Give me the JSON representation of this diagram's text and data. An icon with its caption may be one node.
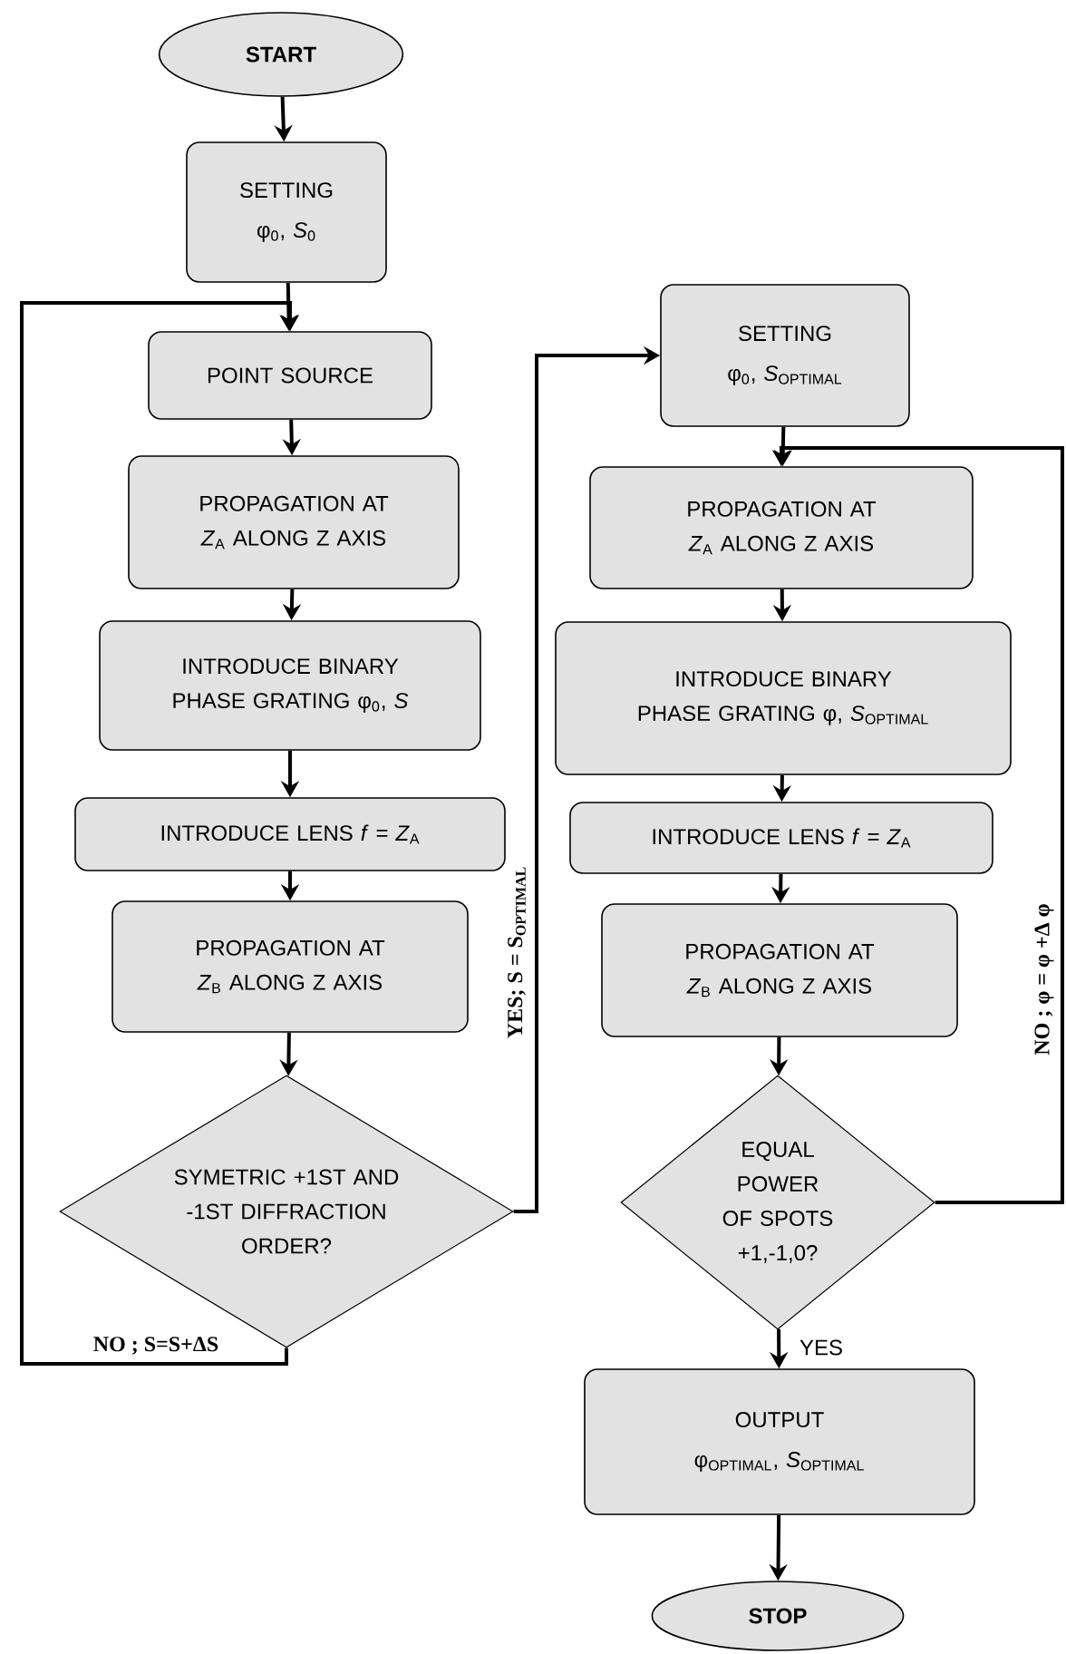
{
  "diagram": {
    "nodes": [
      {
        "text": [
          "START"
        ]
      },
      {
        "text": [
          "SETTING",
          "φ$_{0}$, *S*$_{0}$"
        ]
      },
      {
        "text": [
          "POINT SOURCE"
        ]
      },
      {
        "text": [
          "PROPAGATION AT *Z*$_{A}$ ALONG Z AXIS"
        ]
      },
      {
        "text": [
          "INTRODUCE BINARY PHASE GRATING φ$_{0}$, *S*"
        ]
      },
      {
        "text": [
          "INTRODUCE LENS *f* = *Z*$_{A}$"
        ]
      },
      {
        "text": [
          "PROPAGATION AT *Z*$_{B}$ ALONG Z AXIS"
        ]
      },
      {
        "text": [
          "SYMETRIC +1ST AND -1ST DIFFRACTION ORDER?"
        ]
      },
      {
        "text": [
          "SETTING",
          "φ$_{0}$, *S*$_{OPTIMAL}$"
        ]
      },
      {
        "text": [
          "PROPAGATION AT *Z*$_{A}$ ALONG Z AXIS"
        ]
      },
      {
        "text": [
          "INTRODUCE BINARY PHASE GRATING φ, *S*$_{OPTIMAL}$"
        ]
      },
      {
        "text": [
          "INTRODUCE LENS *f* = *Z*$_{A}$"
        ]
      },
      {
        "text": [
          "PROPAGATION AT *Z*$_{B}$ ALONG Z AXIS"
        ]
      },
      {
        "text": [
          "EQUAL POWER OF SPOTS +1,-1,0?"
        ]
      },
      {
        "text": [
          "OUTPUT",
          "φ$_{OPTIMAL}$, *S*$_{OPTIMAL}$"
        ]
      },
      {
        "text": [
          "STOP"
        ]
      }
    ],
    "edges": [
      {
        "from": 0,
        "to": 1,
        "arrow": "to"
      },
      {
        "from": 1,
        "to": 2,
        "arrow": "to"
      },
      {
        "from": 2,
        "to": 3,
        "arrow": "to"
      },
      {
        "from": 3,
        "to": 4,
        "arrow": "to"
      },
      {
        "from": 4,
        "to": 5,
        "arrow": "to"
      },
      {
        "from": 5,
        "to": 6,
        "arrow": "to"
      },
      {
        "from": 6,
        "to": 7,
        "arrow": "to"
      },
      {
        "from": 7,
        "to": 2,
        "arrow": "to",
        "label": "NO ; S=S+ΔS"
      },
      {
        "from": 7,
        "to": 8,
        "arrow": "to",
        "label": "YES; S = S$_{OPTIMAL}$"
      },
      {
        "from": 8,
        "to": 9,
        "arrow": "to"
      },
      {
        "from": 9,
        "to": 10,
        "arrow": "to"
      },
      {
        "from": 10,
        "to": 11,
        "arrow": "to"
      },
      {
        "from": 11,
        "to": 12,
        "arrow": "to"
      },
      {
        "from": 12,
        "to": 13,
        "arrow": "to"
      },
      {
        "from": 13,
        "to": 9,
        "arrow": "to",
        "label": "NO ; φ = φ +Δ φ"
      },
      {
        "from": 13,
        "to": 14,
        "arrow": "to",
        "label": "YES"
      },
      {
        "from": 14,
        "to": 15,
        "arrow": "to"
      }
    ]
  }
}
